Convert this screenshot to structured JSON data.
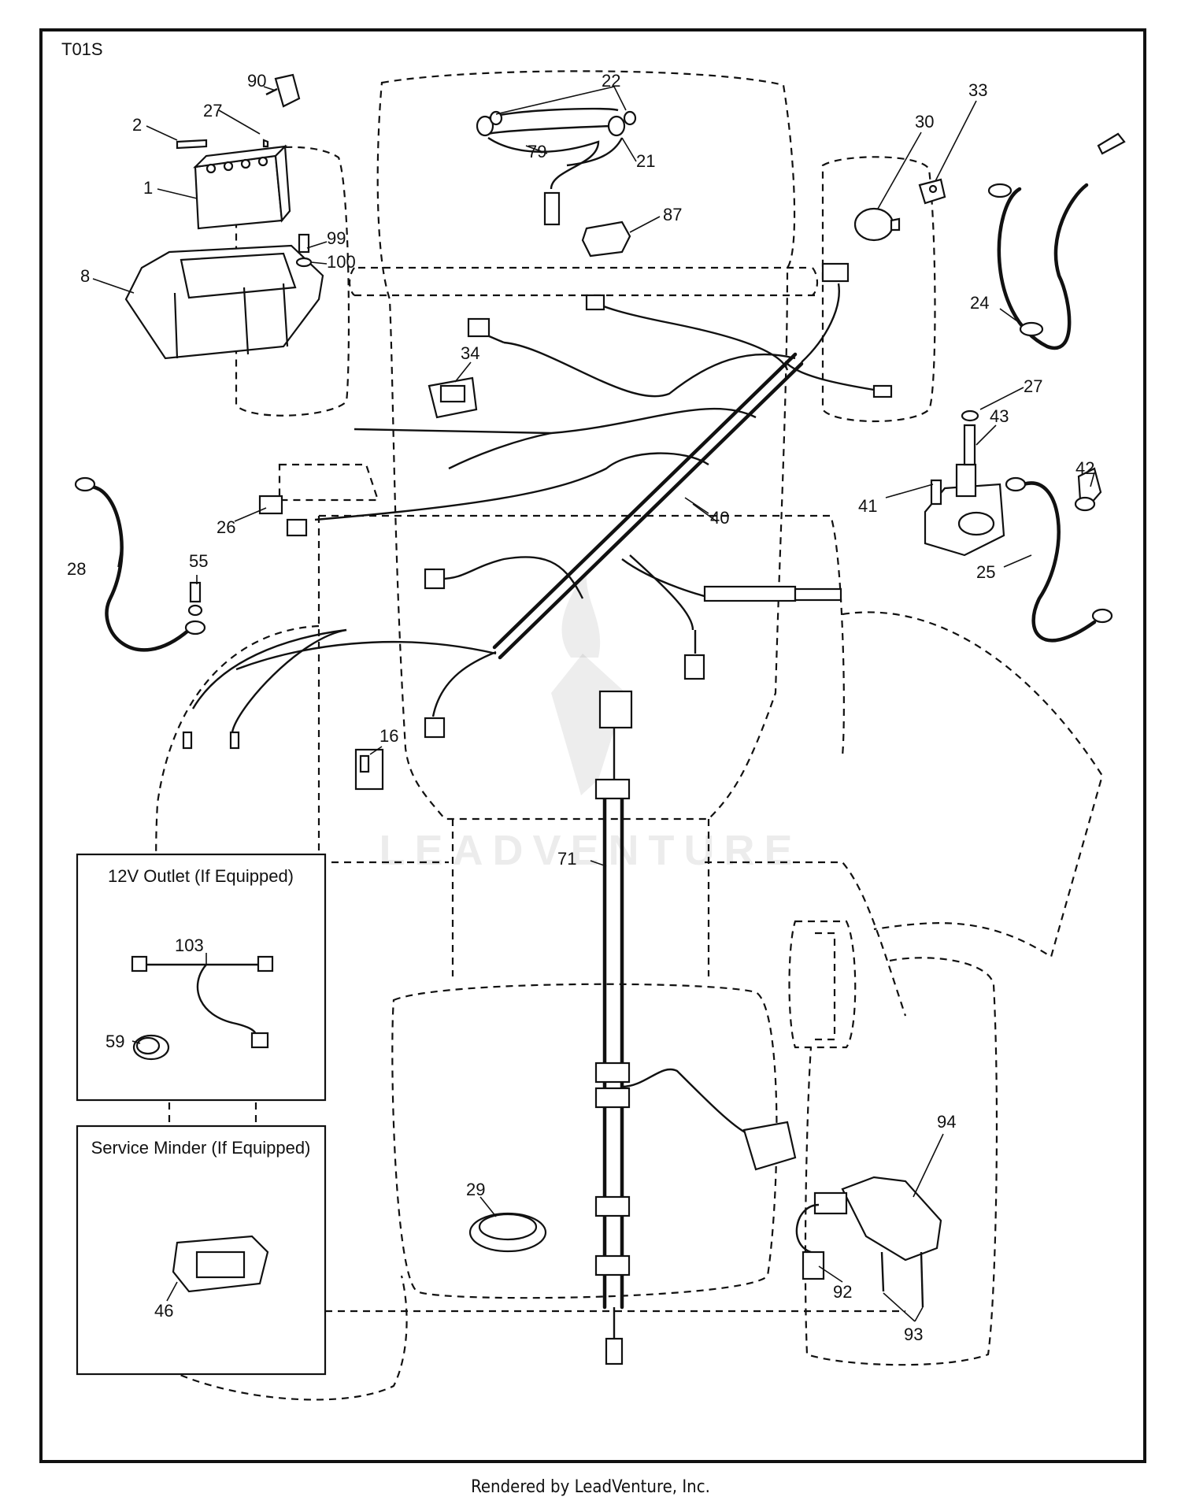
{
  "diagram": {
    "code": "T01S",
    "watermark": "LEADVENTURE",
    "inset_outlet_title": "12V Outlet (If Equipped)",
    "inset_minder_title": "Service Minder (If Equipped)",
    "parts": [
      {
        "id": "90"
      },
      {
        "id": "27"
      },
      {
        "id": "2"
      },
      {
        "id": "1"
      },
      {
        "id": "99"
      },
      {
        "id": "100"
      },
      {
        "id": "8"
      },
      {
        "id": "22"
      },
      {
        "id": "79"
      },
      {
        "id": "21"
      },
      {
        "id": "87"
      },
      {
        "id": "30"
      },
      {
        "id": "33"
      },
      {
        "id": "24"
      },
      {
        "id": "34"
      },
      {
        "id": "27"
      },
      {
        "id": "43"
      },
      {
        "id": "42"
      },
      {
        "id": "41"
      },
      {
        "id": "25"
      },
      {
        "id": "40"
      },
      {
        "id": "26"
      },
      {
        "id": "28"
      },
      {
        "id": "55"
      },
      {
        "id": "16"
      },
      {
        "id": "71"
      },
      {
        "id": "103"
      },
      {
        "id": "59"
      },
      {
        "id": "46"
      },
      {
        "id": "29"
      },
      {
        "id": "94"
      },
      {
        "id": "92"
      },
      {
        "id": "93"
      }
    ]
  },
  "footer": "Rendered by LeadVenture, Inc."
}
